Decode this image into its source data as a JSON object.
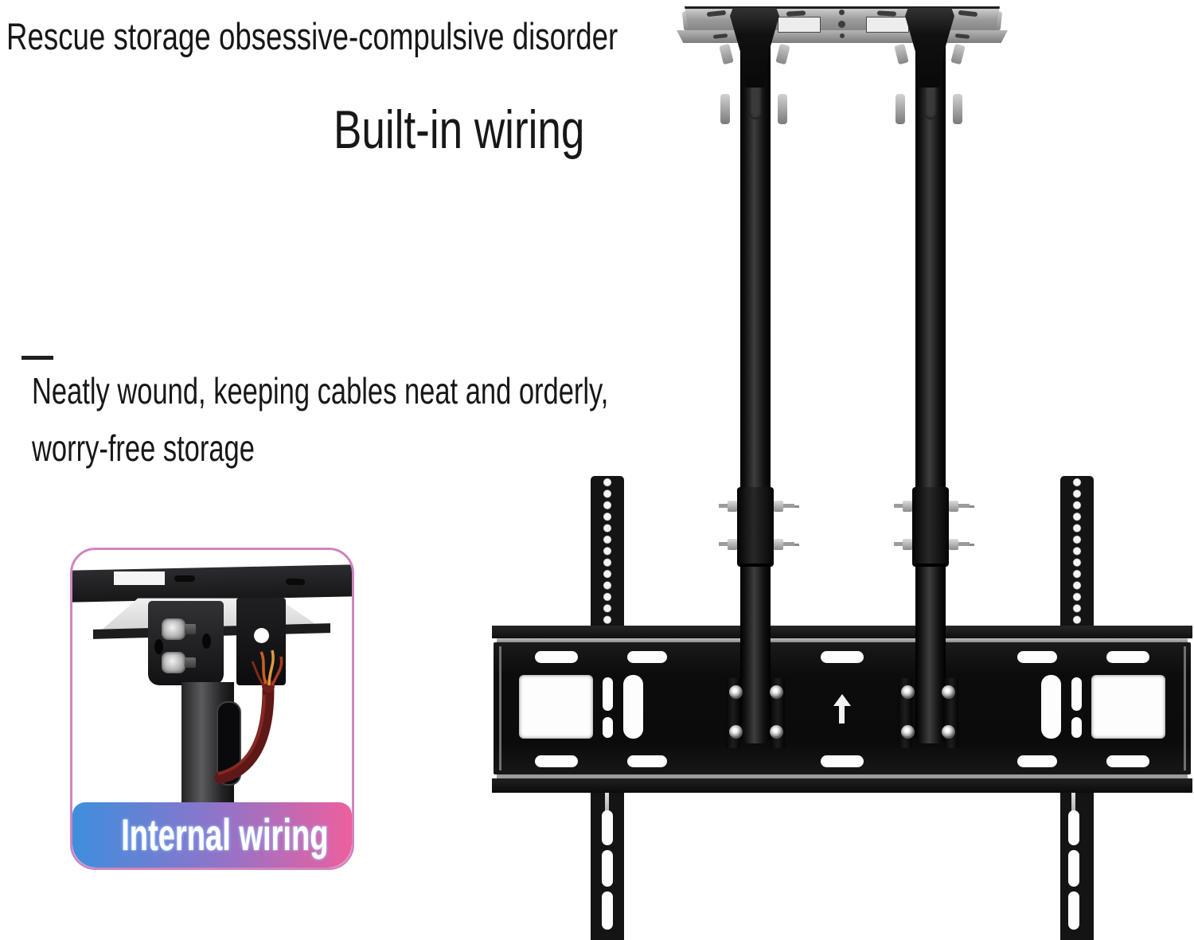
{
  "page": {
    "background": "#ffffff",
    "text_color": "#171717"
  },
  "header": {
    "headline": "Rescue storage obsessive-compulsive disorder",
    "title": "Built-in wiring"
  },
  "body": {
    "line1": "Neatly wound, keeping cables neat and orderly,",
    "line2": "worry-free storage"
  },
  "inset": {
    "caption": "Internal wiring",
    "caption_color": "#ffffff",
    "border_color": "#d084c0",
    "band_gradient_left": "#3e8edd",
    "band_gradient_mid": "#8f74c9",
    "band_gradient_right": "#ee5f9e",
    "cable_color": "#5e1817"
  },
  "product_colors": {
    "metal_black": "#141414",
    "ceiling_plate_silver": "#9c9c9c",
    "screw_silver": "#cccccc"
  }
}
